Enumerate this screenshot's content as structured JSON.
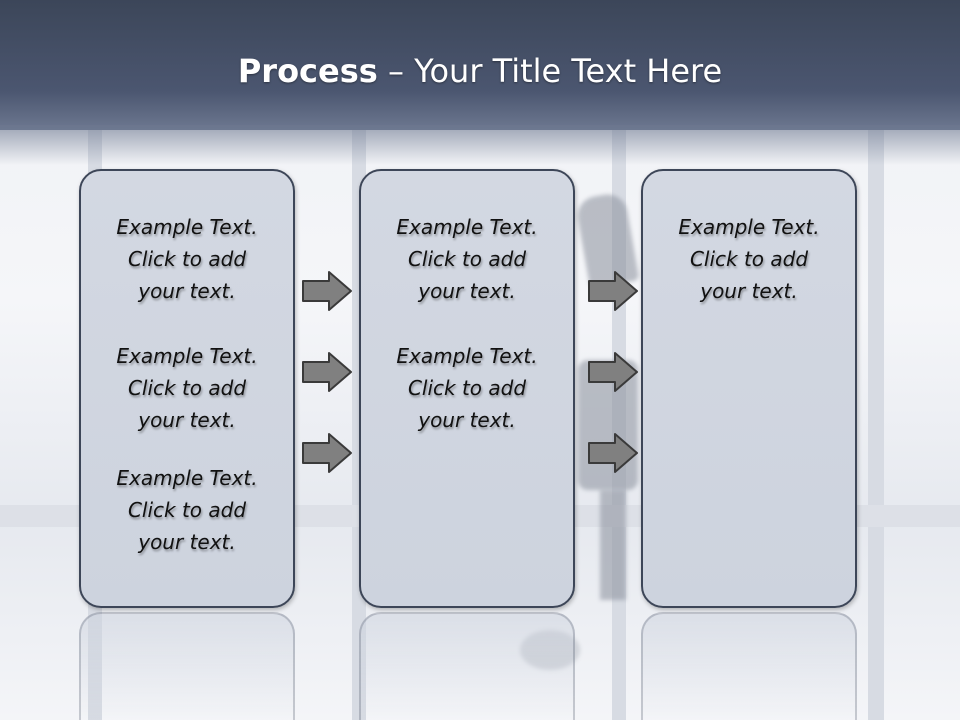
{
  "header": {
    "title_bold": "Process",
    "title_rest": " – Your Title Text Here"
  },
  "columns": [
    {
      "items": [
        {
          "line1": "Example Text.",
          "line2": "Click  to add",
          "line3": "your text."
        },
        {
          "line1": "Example Text.",
          "line2": "Click  to add",
          "line3": "your text."
        },
        {
          "line1": "Example Text.",
          "line2": "Click  to add",
          "line3": "your text."
        }
      ]
    },
    {
      "items": [
        {
          "line1": "Example Text.",
          "line2": "Click  to add",
          "line3": "your text."
        },
        {
          "line1": "Example Text.",
          "line2": "Click  to add",
          "line3": "your text."
        }
      ]
    },
    {
      "items": [
        {
          "line1": "Example Text.",
          "line2": "Click  to add",
          "line3": "your text."
        }
      ]
    }
  ],
  "colors": {
    "header": "#4b5670",
    "box_fill": "#d0d6e0",
    "box_border": "#3d4658",
    "arrow_fill": "#808080"
  }
}
